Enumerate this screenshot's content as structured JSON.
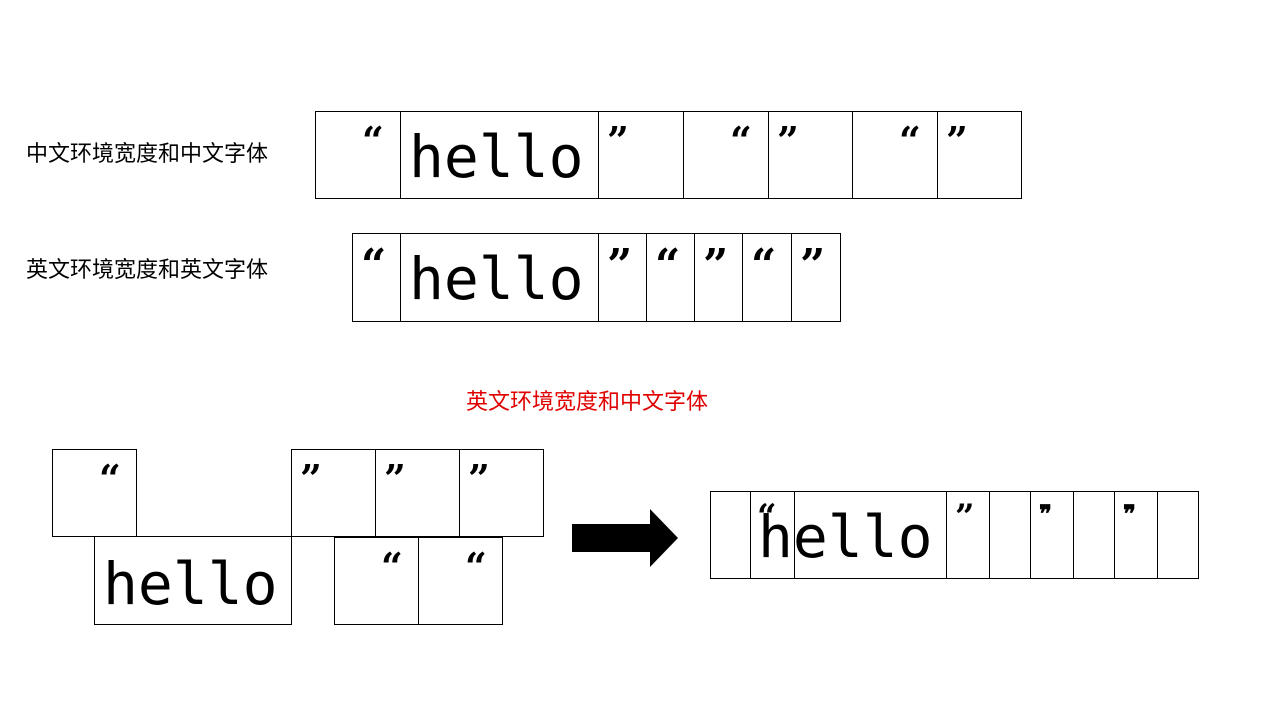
{
  "labels": {
    "cn_env_cn_font": "中文环境宽度和中文字体",
    "en_env_en_font": "英文环境宽度和英文字体",
    "en_env_cn_font": "英文环境宽度和中文字体"
  },
  "glyphs": {
    "word": "hello",
    "open_quote": "“",
    "close_quote": "”",
    "garbled_quote": "❞"
  },
  "colors": {
    "text": "#000000",
    "highlight": "#e00000",
    "border": "#000000"
  },
  "icons": {
    "arrow": "right-arrow-icon"
  }
}
